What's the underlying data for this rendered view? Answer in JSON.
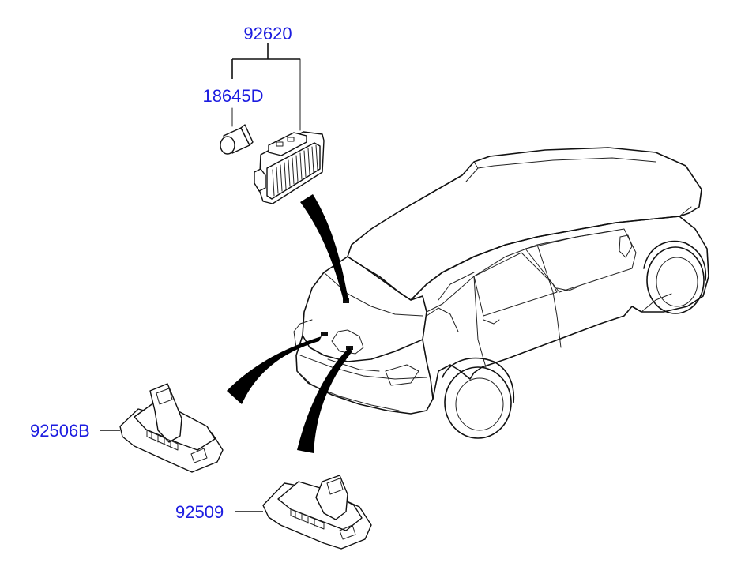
{
  "diagram": {
    "colors": {
      "label": "#1c1ce0",
      "line": "#111111",
      "background": "#ffffff"
    },
    "labels": {
      "assembly": "92620",
      "bulb": "18645D",
      "license_lamp_left": "92506B",
      "license_lamp_right": "92509"
    }
  }
}
